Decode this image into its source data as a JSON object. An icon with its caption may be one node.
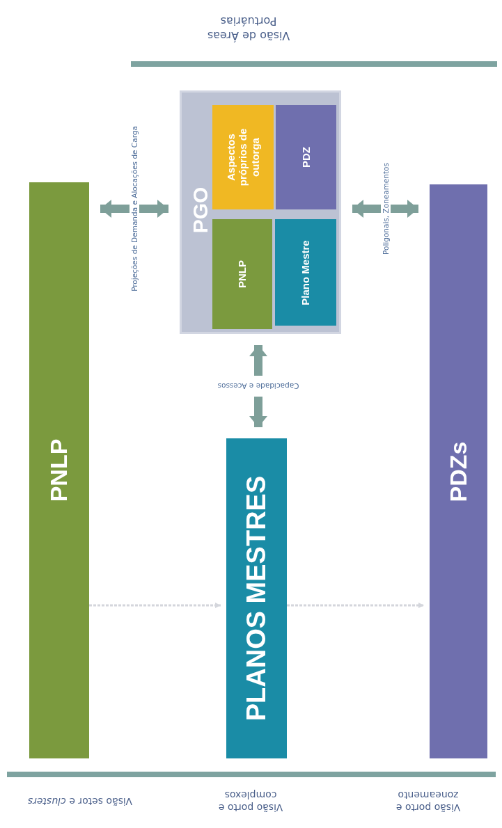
{
  "diagram": {
    "nodes": [
      {
        "text": [
          "PNLP"
        ]
      },
      {
        "text": [
          "PLANOS MESTRES"
        ]
      },
      {
        "text": [
          "PDZs"
        ]
      },
      {
        "text": [
          "PGO"
        ]
      },
      {
        "text": [
          "Aspectos próprios de outorga"
        ],
        "in": 3
      },
      {
        "text": [
          "PDZ"
        ],
        "in": 3
      },
      {
        "text": [
          "PNLP"
        ],
        "in": 3
      },
      {
        "text": [
          "Plano Mestre"
        ],
        "in": 3
      }
    ],
    "edges": [
      {
        "from": 0,
        "to": 3,
        "arrow": "both",
        "label": "Projeções de Demanda e Alocações de Carga"
      },
      {
        "from": 3,
        "to": 2,
        "arrow": "both",
        "label": "Poligonais, Zoneamentos"
      },
      {
        "from": 3,
        "to": 1,
        "arrow": "both",
        "label": "Capacidade e Acessos"
      },
      {
        "from": 0,
        "to": 1,
        "arrow": "to",
        "style": "dashed",
        "color": "#d4d6dc"
      },
      {
        "from": 1,
        "to": 2,
        "arrow": "to",
        "style": "dashed",
        "color": "#d4d6dc"
      }
    ],
    "labels": [
      "Visão de Áreas Portuárias",
      "Visão setor e *clusters*",
      "Visão porto e complexos",
      "Visão porto e zoneamento"
    ]
  }
}
